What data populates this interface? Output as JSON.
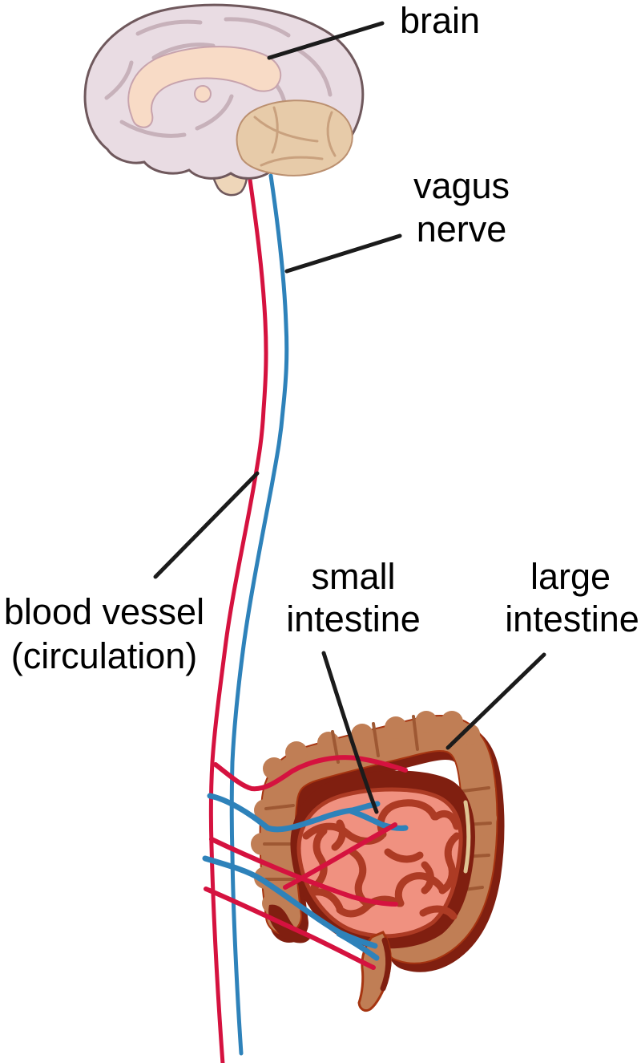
{
  "diagram": {
    "type": "anatomical-illustration",
    "subject": "gut-brain axis: brain connected to the intestines by the vagus nerve and blood circulation",
    "background": "#ffffff",
    "labels": {
      "brain": {
        "text": "brain"
      },
      "vagus_nerve": {
        "line1": "vagus",
        "line2": "nerve"
      },
      "blood_vessel": {
        "line1": "blood vessel",
        "line2": "(circulation)"
      },
      "small_intestine": {
        "line1": "small",
        "line2": "intestine"
      },
      "large_intestine": {
        "line1": "large",
        "line2": "intestine"
      }
    },
    "colors": {
      "blood_vessel_red": "#d5123f",
      "vagus_nerve_blue": "#2e82ba",
      "pointer_line_black": "#1b1b1b",
      "label_text": "#000000",
      "large_intestine_tan": "#c07e55",
      "intestine_shadow_maroon": "#801f10",
      "intestine_outline": "#a63511",
      "intestine_crease": "#9e5833",
      "small_intestine_salmon": "#f09180",
      "small_intestine_coil_red": "#ad3b24",
      "mesentery_cream": "#dfc493",
      "brain_cortex_pink": "#e9dce3",
      "brain_outline": "#6f585c",
      "brain_sulci": "#c7b1ba",
      "corpus_callosum_peach": "#f8dbc6",
      "cerebellum_tan": "#e7cba9",
      "cerebellum_line": "#c9a17e",
      "brainstem_beige": "#eed6b9"
    }
  }
}
